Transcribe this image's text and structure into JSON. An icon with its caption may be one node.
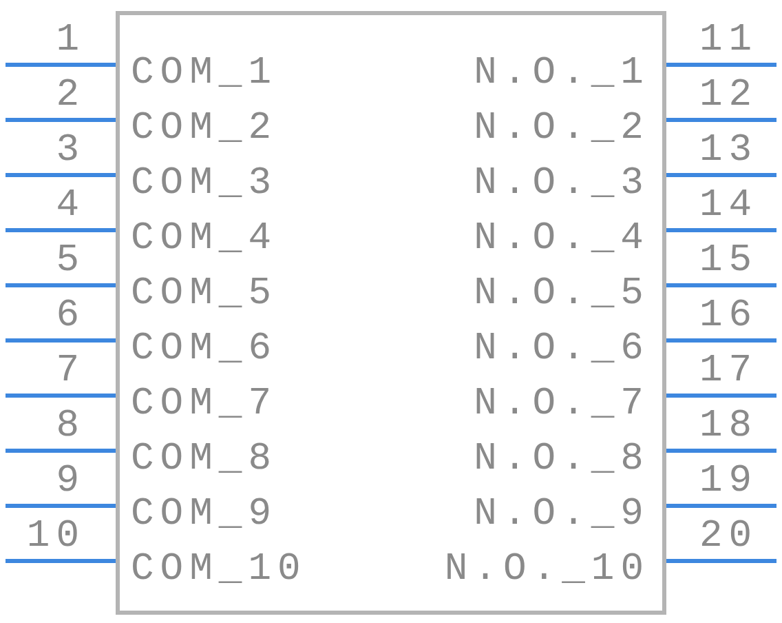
{
  "diagram": {
    "nodes": [
      {
        "text": [],
        "shape": "box"
      },
      {
        "text": [
          "COM_1"
        ],
        "in": 0
      },
      {
        "text": [
          "N.O._1"
        ],
        "in": 0
      },
      {
        "text": [
          "COM_2"
        ],
        "in": 0
      },
      {
        "text": [
          "N.O._2"
        ],
        "in": 0
      },
      {
        "text": [
          "COM_3"
        ],
        "in": 0
      },
      {
        "text": [
          "N.O._3"
        ],
        "in": 0
      },
      {
        "text": [
          "COM_4"
        ],
        "in": 0
      },
      {
        "text": [
          "N.O._4"
        ],
        "in": 0
      },
      {
        "text": [
          "COM_5"
        ],
        "in": 0
      },
      {
        "text": [
          "N.O._5"
        ],
        "in": 0
      },
      {
        "text": [
          "COM_6"
        ],
        "in": 0
      },
      {
        "text": [
          "N.O._6"
        ],
        "in": 0
      },
      {
        "text": [
          "COM_7"
        ],
        "in": 0
      },
      {
        "text": [
          "N.O._7"
        ],
        "in": 0
      },
      {
        "text": [
          "COM_8"
        ],
        "in": 0
      },
      {
        "text": [
          "N.O._8"
        ],
        "in": 0
      },
      {
        "text": [
          "COM_9"
        ],
        "in": 0
      },
      {
        "text": [
          "N.O._9"
        ],
        "in": 0
      },
      {
        "text": [
          "COM_10"
        ],
        "in": 0
      },
      {
        "text": [
          "N.O._10"
        ],
        "in": 0
      }
    ],
    "edges": [
      {
        "from": null,
        "to": 1,
        "arrow": "none",
        "label": "1"
      },
      {
        "from": null,
        "to": 3,
        "arrow": "none",
        "label": "2"
      },
      {
        "from": null,
        "to": 5,
        "arrow": "none",
        "label": "3"
      },
      {
        "from": null,
        "to": 7,
        "arrow": "none",
        "label": "4"
      },
      {
        "from": null,
        "to": 9,
        "arrow": "none",
        "label": "5"
      },
      {
        "from": null,
        "to": 11,
        "arrow": "none",
        "label": "6"
      },
      {
        "from": null,
        "to": 13,
        "arrow": "none",
        "label": "7"
      },
      {
        "from": null,
        "to": 15,
        "arrow": "none",
        "label": "8"
      },
      {
        "from": null,
        "to": 17,
        "arrow": "none",
        "label": "9"
      },
      {
        "from": null,
        "to": 19,
        "arrow": "none",
        "label": "10"
      },
      {
        "from": null,
        "to": 2,
        "arrow": "none",
        "label": "11"
      },
      {
        "from": null,
        "to": 4,
        "arrow": "none",
        "label": "12"
      },
      {
        "from": null,
        "to": 6,
        "arrow": "none",
        "label": "13"
      },
      {
        "from": null,
        "to": 8,
        "arrow": "none",
        "label": "14"
      },
      {
        "from": null,
        "to": 10,
        "arrow": "none",
        "label": "15"
      },
      {
        "from": null,
        "to": 12,
        "arrow": "none",
        "label": "16"
      },
      {
        "from": null,
        "to": 14,
        "arrow": "none",
        "label": "17"
      },
      {
        "from": null,
        "to": 16,
        "arrow": "none",
        "label": "18"
      },
      {
        "from": null,
        "to": 18,
        "arrow": "none",
        "label": "19"
      },
      {
        "from": null,
        "to": 20,
        "arrow": "none",
        "label": "20"
      }
    ]
  }
}
